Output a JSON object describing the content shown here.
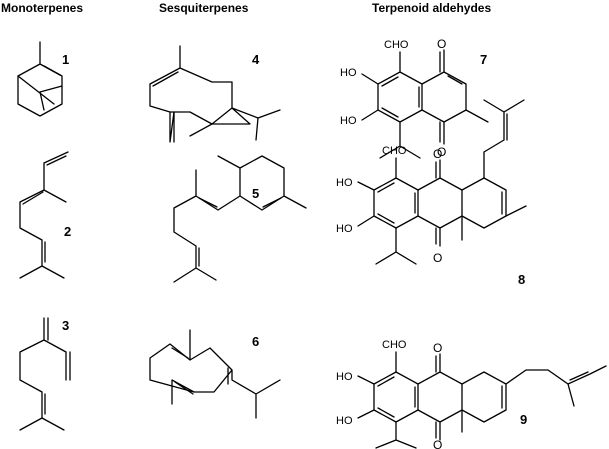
{
  "headers": {
    "monoterpenes": "Monoterpenes",
    "sesquiterpenes": "Sesquiterpenes",
    "terpenoid_aldehydes": "Terpenoid aldehydes"
  },
  "compounds": {
    "c1": "1",
    "c2": "2",
    "c3": "3",
    "c4": "4",
    "c5": "5",
    "c6": "6",
    "c7": "7",
    "c8": "8",
    "c9": "9"
  },
  "atom_labels": {
    "cho": "CHO",
    "ho": "HO",
    "o": "O"
  }
}
